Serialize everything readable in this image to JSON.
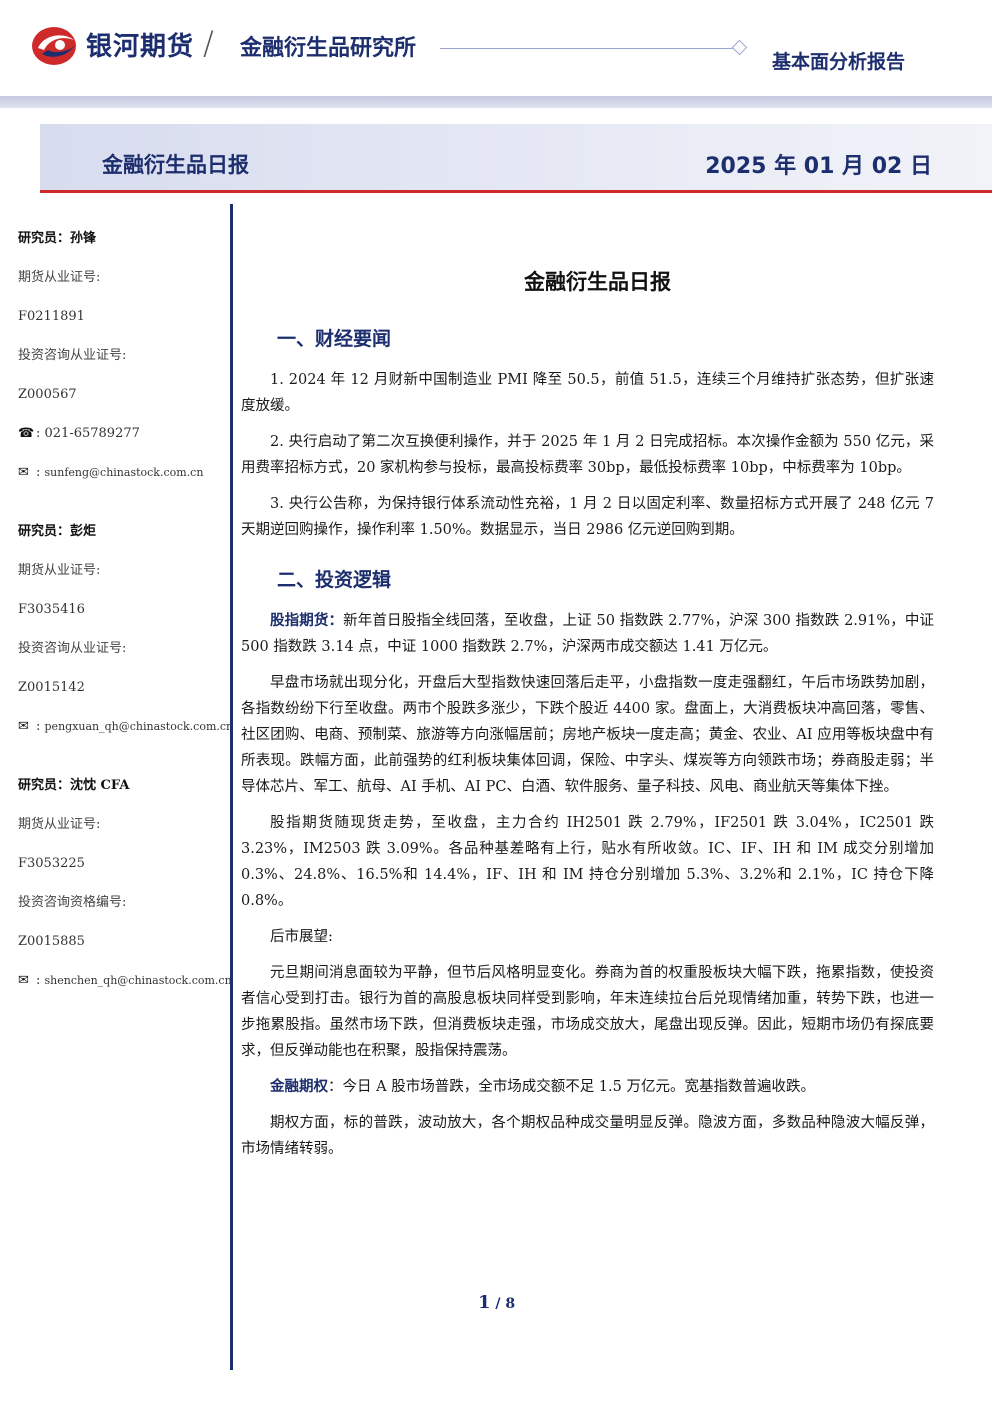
{
  "header": {
    "company": "银河期货",
    "department": "金融衍生品研究所",
    "report_type": "基本面分析报告",
    "banner_title": "金融衍生品日报",
    "banner_date": "2025 年 01 月 02 日",
    "colors": {
      "brand_navy": "#1d2e6e",
      "brand_red": "#cf2a2a"
    }
  },
  "sidebar": {
    "researchers": [
      {
        "name": "研究员：孙锋",
        "cert_label": "期货从业证号:",
        "cert": "F0211891",
        "consult_label": "投资咨询从业证号:",
        "consult": "Z000567",
        "phone": "021-65789277",
        "email": "sunfeng@chinastock.com.cn"
      },
      {
        "name": "研究员：彭炬",
        "cert_label": "期货从业证号:",
        "cert": "F3035416",
        "consult_label": "投资咨询从业证号:",
        "consult": "Z0015142",
        "email": "pengxuan_qh@chinastock.com.cn"
      },
      {
        "name": "研究员：沈忱 CFA",
        "cert_label": "期货从业证号:",
        "cert": "F3053225",
        "consult_label": "投资咨询资格编号:",
        "consult": "Z0015885",
        "email": "shenchen_qh@chinastock.com.cn"
      }
    ],
    "icons": {
      "phone": "phone-icon",
      "email": "email-icon"
    }
  },
  "main": {
    "title": "金融衍生品日报",
    "section1": {
      "heading": "一、财经要闻",
      "paras": [
        "1. 2024 年 12 月财新中国制造业 PMI 降至 50.5，前值 51.5，连续三个月维持扩张态势，但扩张速度放缓。",
        "2. 央行启动了第二次互换便利操作，并于 2025 年 1 月 2 日完成招标。本次操作金额为 550 亿元，采用费率招标方式，20 家机构参与投标，最高投标费率 30bp，最低投标费率 10bp，中标费率为 10bp。",
        "3. 央行公告称，为保持银行体系流动性充裕，1 月 2 日以固定利率、数量招标方式开展了 248 亿元 7 天期逆回购操作，操作利率 1.50%。数据显示，当日 2986 亿元逆回购到期。"
      ]
    },
    "section2": {
      "heading": "二、投资逻辑",
      "stock_label": "股指期货：",
      "stock_p1": "新年首日股指全线回落，至收盘，上证 50 指数跌 2.77%，沪深 300 指数跌 2.91%，中证 500 指数跌 3.14 点，中证 1000 指数跌 2.7%，沪深两市成交额达 1.41 万亿元。",
      "stock_p2": "早盘市场就出现分化，开盘后大型指数快速回落后走平，小盘指数一度走强翻红，午后市场跌势加剧，各指数纷纷下行至收盘。两市个股跌多涨少，下跌个股近 4400 家。盘面上，大消费板块冲高回落，零售、社区团购、电商、预制菜、旅游等方向涨幅居前；房地产板块一度走高；黄金、农业、AI 应用等板块盘中有所表现。跌幅方面，此前强势的红利板块集体回调，保险、中字头、煤炭等方向领跌市场；券商股走弱；半导体芯片、军工、航母、AI 手机、AI PC、白酒、软件服务、量子科技、风电、商业航天等集体下挫。",
      "stock_p3": "股指期货随现货走势，至收盘，主力合约 IH2501 跌 2.79%，IF2501 跌 3.04%，IC2501 跌 3.23%，IM2503 跌 3.09%。各品种基差略有上行，贴水有所收敛。IC、IF、IH 和 IM 成交分别增加 0.3%、24.8%、16.5%和 14.4%，IF、IH 和 IM 持仓分别增加 5.3%、3.2%和 2.1%，IC 持仓下降 0.8%。",
      "outlook_label": "后市展望:",
      "outlook": "元旦期间消息面较为平静，但节后风格明显变化。券商为首的权重股板块大幅下跌，拖累指数，使投资者信心受到打击。银行为首的高股息板块同样受到影响，年末连续拉台后兑现情绪加重，转势下跌，也进一步拖累股指。虽然市场下跌，但消费板块走强，市场成交放大，尾盘出现反弹。因此，短期市场仍有探底要求，但反弹动能也在积聚，股指保持震荡。",
      "option_label": "金融期权",
      "option_colon": "：",
      "option_p1": "今日 A 股市场普跌，全市场成交额不足 1.5 万亿元。宽基指数普遍收跌。",
      "option_p2": "期权方面，标的普跌，波动放大，各个期权品种成交量明显反弹。隐波方面，多数品种隐波大幅反弹，市场情绪转弱。"
    }
  },
  "footer": {
    "page_current": "1",
    "page_sep": " / ",
    "page_total": "8"
  }
}
